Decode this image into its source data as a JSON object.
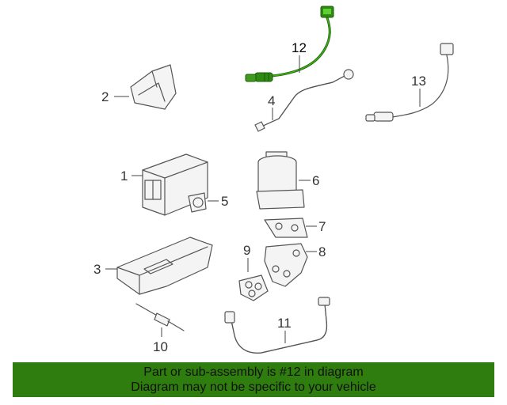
{
  "diagram": {
    "callouts": {
      "c1": "1",
      "c2": "2",
      "c3": "3",
      "c4": "4",
      "c5": "5",
      "c6": "6",
      "c7": "7",
      "c8": "8",
      "c9": "9",
      "c10": "10",
      "c11": "11",
      "c12": "12",
      "c13": "13"
    },
    "highlight_color": "#2f8a12"
  },
  "footer": {
    "line1": "Part or sub-assembly is #12 in diagram",
    "line2": "Diagram may not be specific to your vehicle",
    "background": "#2e7d0e"
  }
}
